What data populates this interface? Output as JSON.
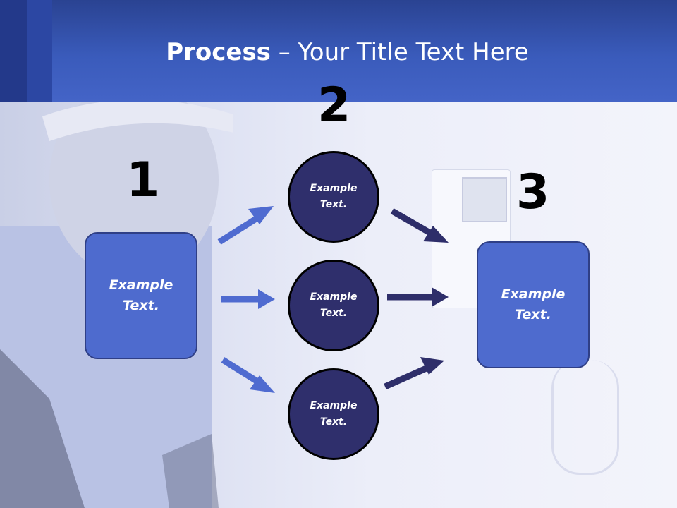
{
  "title": {
    "bold": "Process",
    "rest": " – Your Title Text Here"
  },
  "steps": {
    "one": "1",
    "two": "2",
    "three": "3"
  },
  "nodes": {
    "left_box": "Example\nText.",
    "circle_top": "Example\nText.",
    "circle_middle": "Example\nText.",
    "circle_bottom": "Example\nText.",
    "right_box": "Example\nText."
  },
  "colors": {
    "header": "#3a5bbb",
    "box_fill": "#4e6bce",
    "circle_fill": "#2f2f6c",
    "left_arrows": "#4f6bd0",
    "right_arrows": "#2e2e6a"
  }
}
